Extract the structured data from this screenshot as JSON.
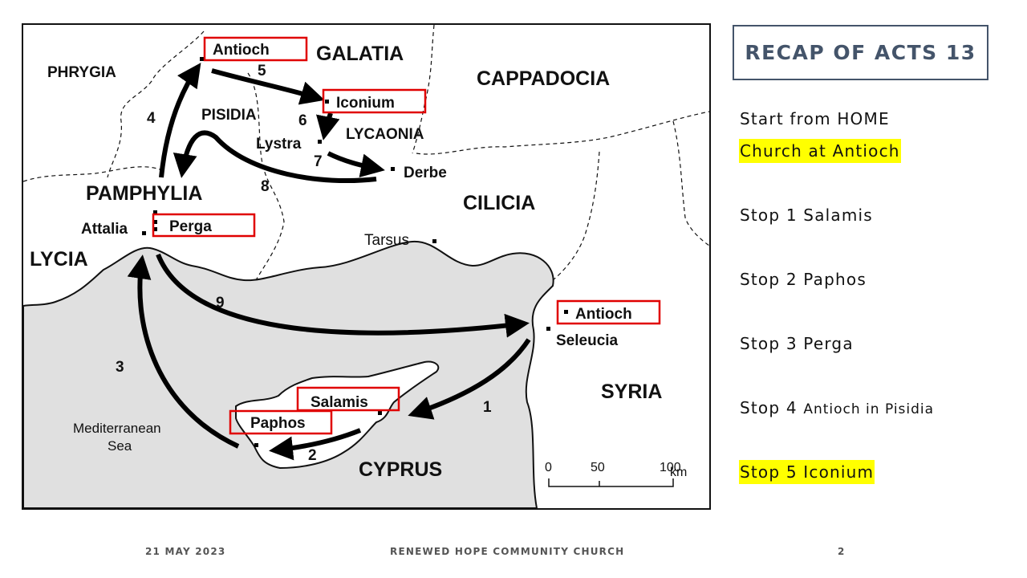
{
  "slide": {
    "title": "RECAP OF ACTS 13",
    "stops": {
      "intro": "Start from HOME",
      "home": "Church at Antioch",
      "s1": "Stop 1 Salamis",
      "s2": "Stop 2 Paphos",
      "s3": "Stop 3 Perga",
      "s4_prefix": "Stop 4",
      "s4_place": "Antioch in Pisidia",
      "s5": "Stop 5 Iconium"
    },
    "highlight_color": "#ffff00",
    "footer": {
      "date": "21 MAY 2023",
      "org": "RENEWED HOPE COMMUNITY CHURCH",
      "page": "2"
    }
  },
  "map": {
    "regions": {
      "phrygia": "PHRYGIA",
      "galatia": "GALATIA",
      "cappadocia": "CAPPADOCIA",
      "pisidia": "PISIDIA",
      "lycaonia": "LYCAONIA",
      "pamphylia": "PAMPHYLIA",
      "cilicia": "CILICIA",
      "lycia": "LYCIA",
      "syria": "SYRIA",
      "cyprus": "CYPRUS",
      "sea_1": "Mediterranean",
      "sea_2": "Sea"
    },
    "cities": {
      "antioch_pisidia": "Antioch",
      "iconium": "Iconium",
      "lystra": "Lystra",
      "derbe": "Derbe",
      "attalia": "Attalia",
      "perga": "Perga",
      "tarsus": "Tarsus",
      "antioch_syria": "Antioch",
      "seleucia": "Seleucia",
      "salamis": "Salamis",
      "paphos": "Paphos"
    },
    "route_numbers": [
      "1",
      "2",
      "3",
      "4",
      "5",
      "6",
      "7",
      "8",
      "9"
    ],
    "scale": {
      "t0": "0",
      "t1": "50",
      "t2": "100",
      "unit": "km"
    },
    "highlight_box_color": "#e00000",
    "land_color": "#ffffff",
    "sea_color": "#e0e0e0"
  }
}
